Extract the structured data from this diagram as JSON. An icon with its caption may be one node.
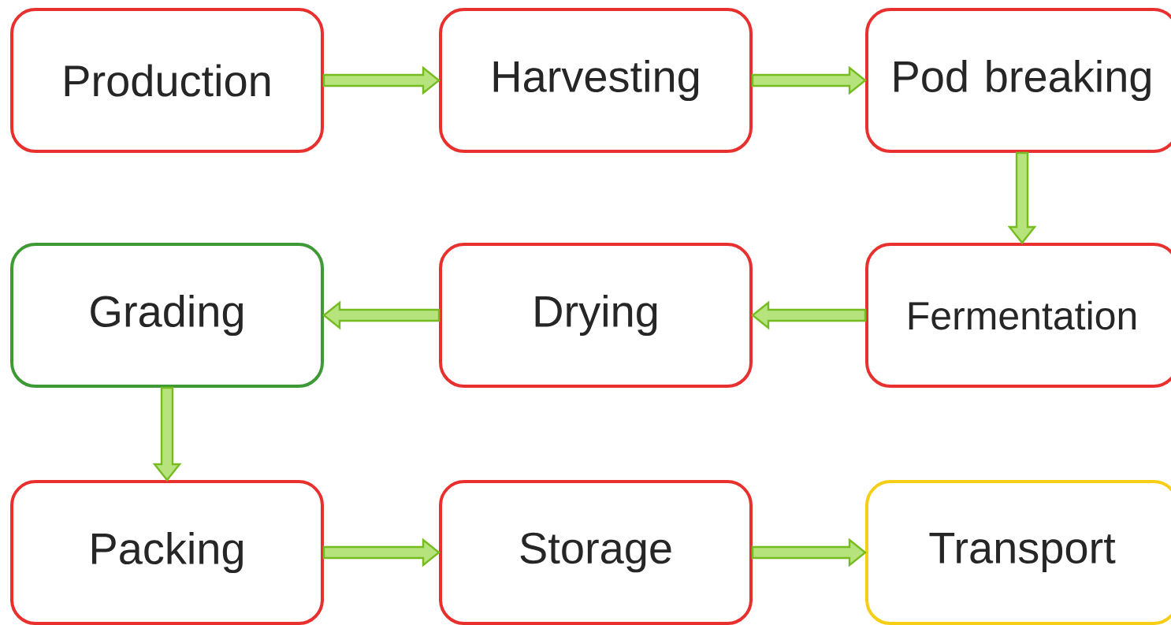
{
  "diagram": {
    "nodes": [
      {
        "text": [
          "Production"
        ]
      },
      {
        "text": [
          "Harvesting"
        ]
      },
      {
        "text": [
          "Pod breaking"
        ]
      },
      {
        "text": [
          "Grading"
        ]
      },
      {
        "text": [
          "Drying"
        ]
      },
      {
        "text": [
          "Fermentation"
        ]
      },
      {
        "text": [
          "Packing"
        ]
      },
      {
        "text": [
          "Storage"
        ]
      },
      {
        "text": [
          "Transport"
        ]
      }
    ],
    "edges": [
      {
        "from": 0,
        "to": 1,
        "arrow": "to"
      },
      {
        "from": 1,
        "to": 2,
        "arrow": "to"
      },
      {
        "from": 2,
        "to": 5,
        "arrow": "to"
      },
      {
        "from": 5,
        "to": 4,
        "arrow": "to"
      },
      {
        "from": 4,
        "to": 3,
        "arrow": "to"
      },
      {
        "from": 3,
        "to": 6,
        "arrow": "to"
      },
      {
        "from": 6,
        "to": 7,
        "arrow": "to"
      },
      {
        "from": 7,
        "to": 8,
        "arrow": "to"
      }
    ]
  }
}
